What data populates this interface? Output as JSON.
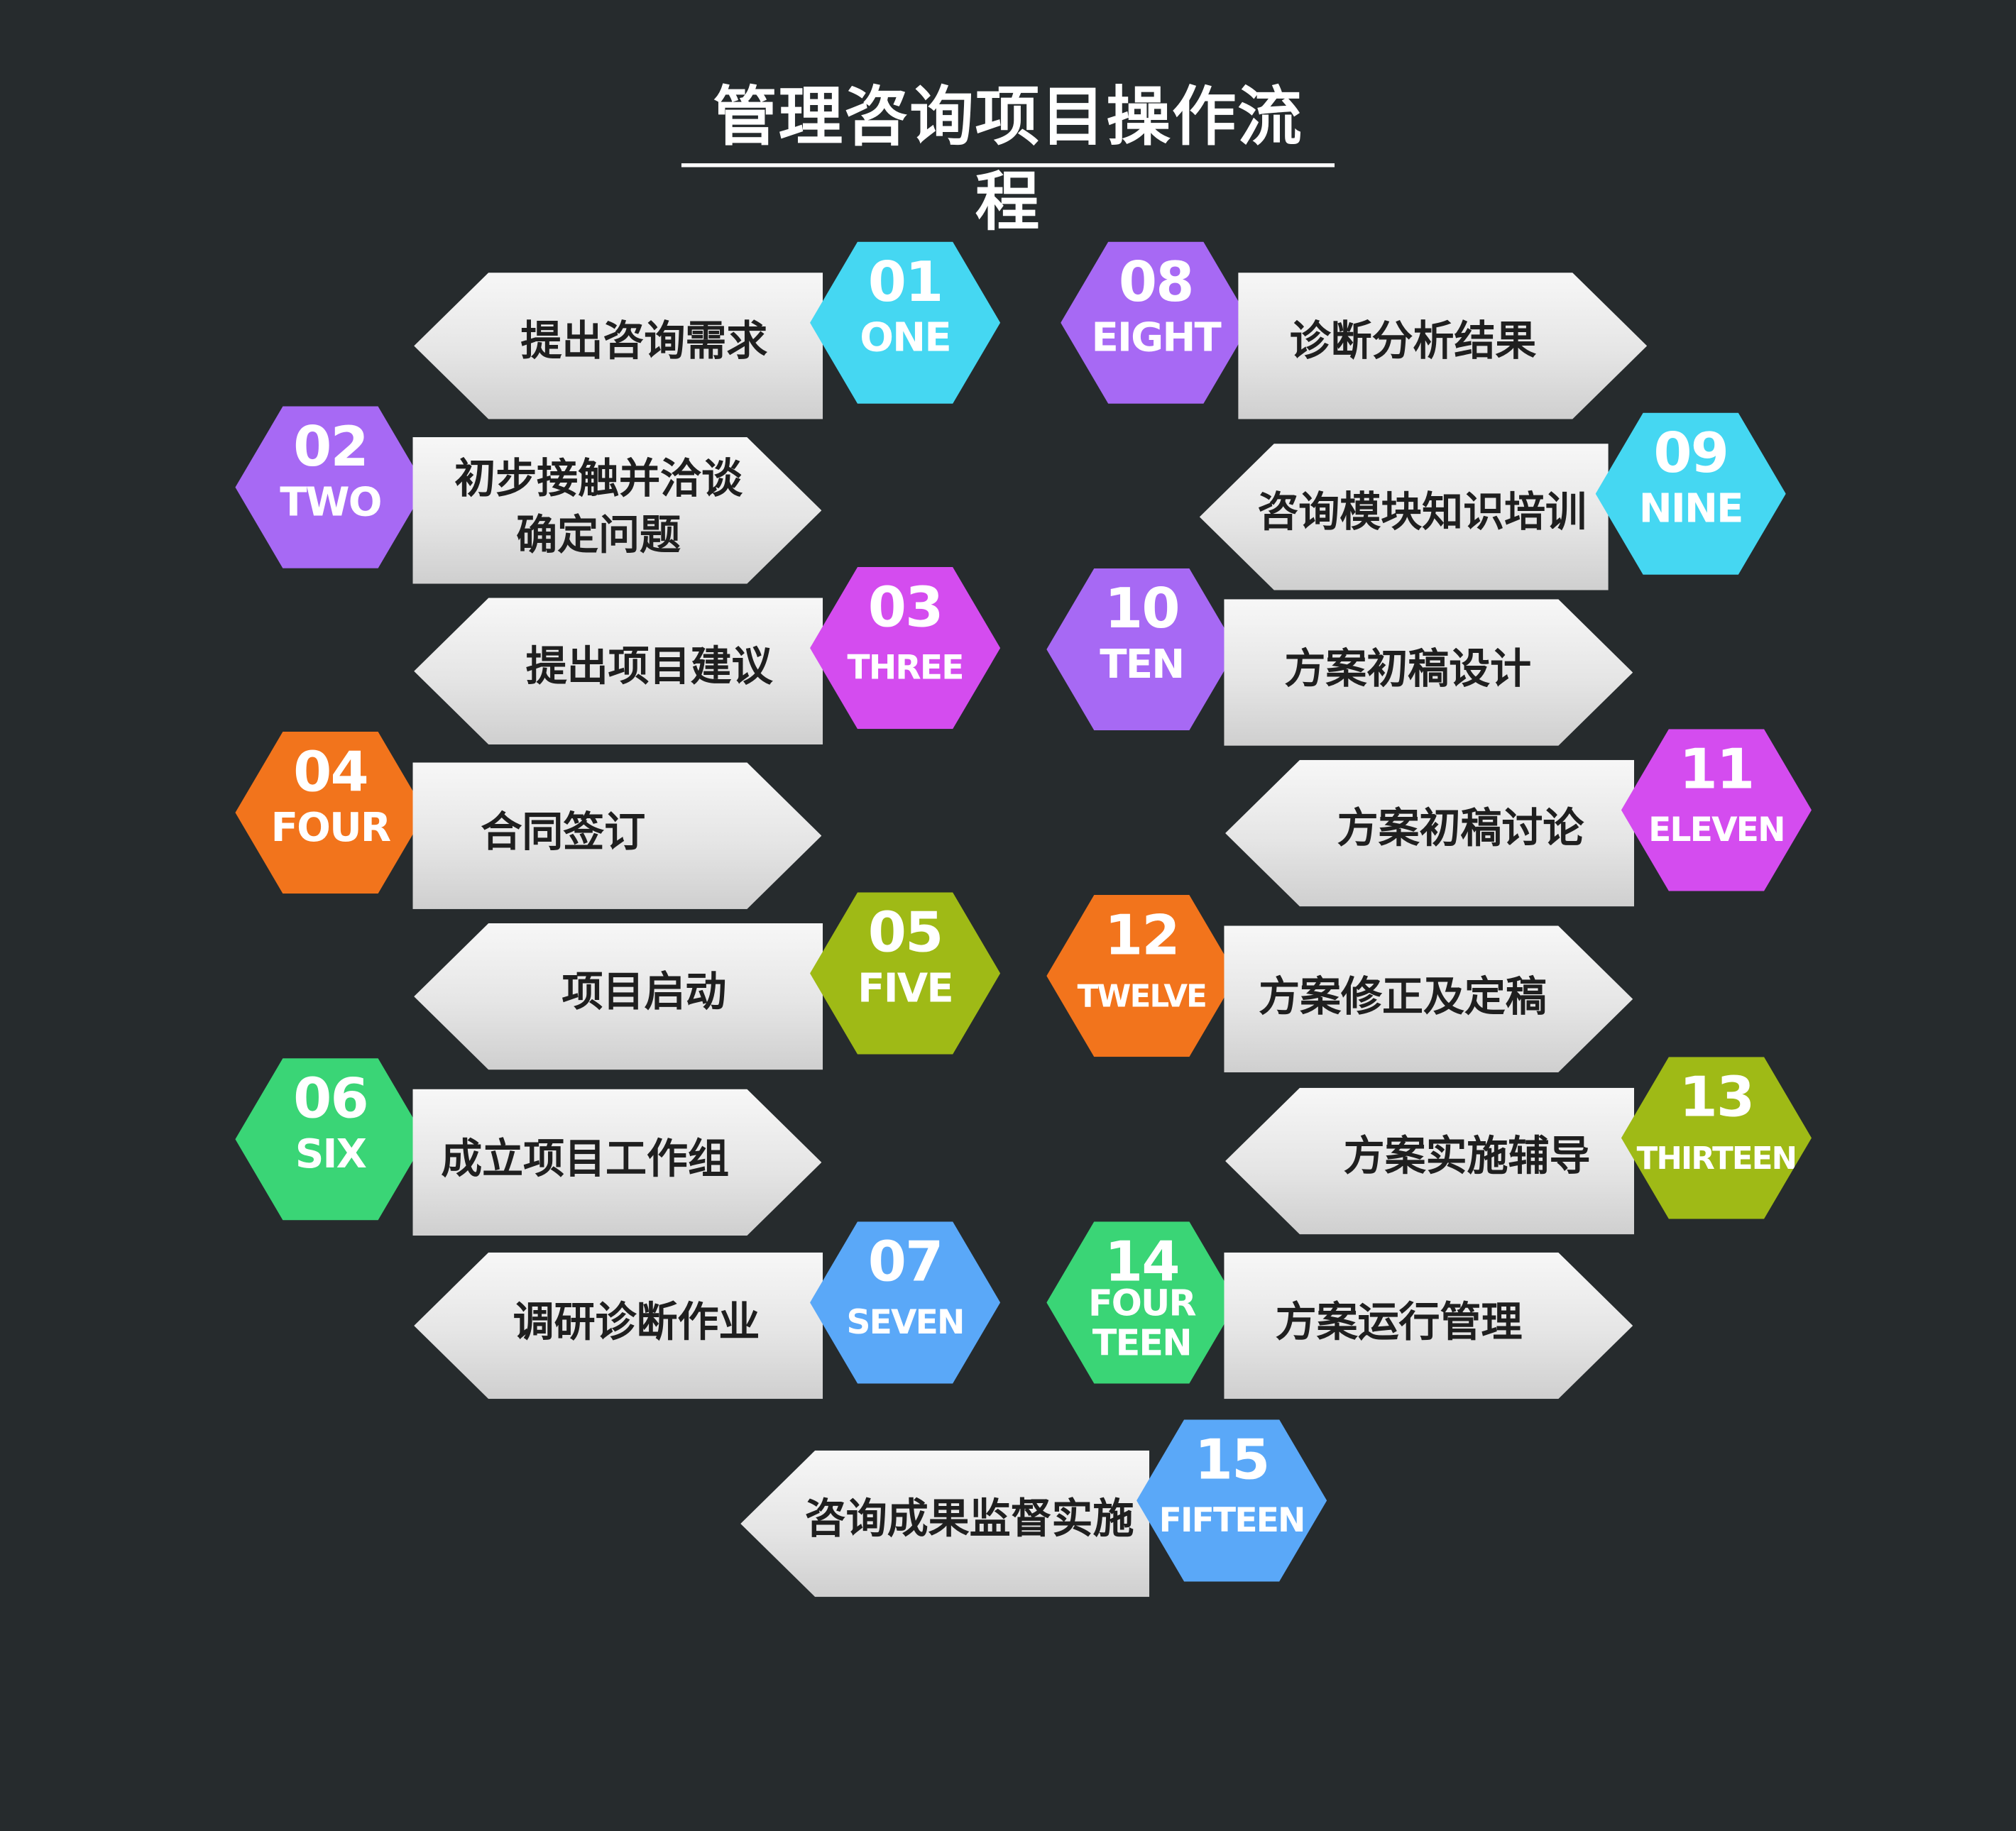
{
  "title": "管理咨询项目操作流程",
  "colors": {
    "background": "#262b2d",
    "cyan": "#45d7f2",
    "purple": "#a769f4",
    "magenta": "#d44cef",
    "orange": "#f2741c",
    "olive": "#9fba16",
    "green": "#3ad576",
    "blue": "#5aa8f8"
  },
  "steps": [
    {
      "id": "01",
      "number": "01",
      "word": "ONE",
      "label": "提出咨询需求",
      "color": "#45d7f2"
    },
    {
      "id": "02",
      "number": "02",
      "word": "TWO",
      "label": "初步接触并洽谈\n确定问题",
      "color": "#a769f4"
    },
    {
      "id": "03",
      "number": "03",
      "word": "THREE",
      "label": "提出项目建议",
      "color": "#d44cef"
    },
    {
      "id": "04",
      "number": "04",
      "word": "FOUR",
      "label": "合同签订",
      "color": "#f2741c"
    },
    {
      "id": "05",
      "number": "05",
      "word": "FIVE",
      "label": "项目启动",
      "color": "#9fba16"
    },
    {
      "id": "06",
      "number": "06",
      "word": "SIX",
      "label": "成立项目工作组",
      "color": "#3ad576"
    },
    {
      "id": "07",
      "number": "07",
      "word": "SEVEN",
      "label": "调研诊断作业",
      "color": "#5aa8f8"
    },
    {
      "id": "08",
      "number": "08",
      "word": "EIGHT",
      "label": "诊断分析结果",
      "color": "#a769f4"
    },
    {
      "id": "09",
      "number": "09",
      "word": "NINE",
      "label": "咨询模块知识培训",
      "color": "#45d7f2"
    },
    {
      "id": "10",
      "number": "10",
      "word": "TEN",
      "label": "方案初稿设计",
      "color": "#a769f4"
    },
    {
      "id": "11",
      "number": "11",
      "word": "ELEVEN",
      "label": "方案初稿讨论",
      "color": "#d44cef"
    },
    {
      "id": "12",
      "number": "12",
      "word": "TWELVE",
      "label": "方案修正及定稿",
      "color": "#f2741c"
    },
    {
      "id": "13",
      "number": "13",
      "word": "THIRTEEN",
      "label": "方案实施辅导",
      "color": "#9fba16"
    },
    {
      "id": "14",
      "number": "14",
      "word": "FOUR\nTEEN",
      "label": "方案运行管理",
      "color": "#3ad576"
    },
    {
      "id": "15",
      "number": "15",
      "word": "FIFTEEN",
      "label": "咨询成果监督实施",
      "color": "#5aa8f8"
    }
  ]
}
